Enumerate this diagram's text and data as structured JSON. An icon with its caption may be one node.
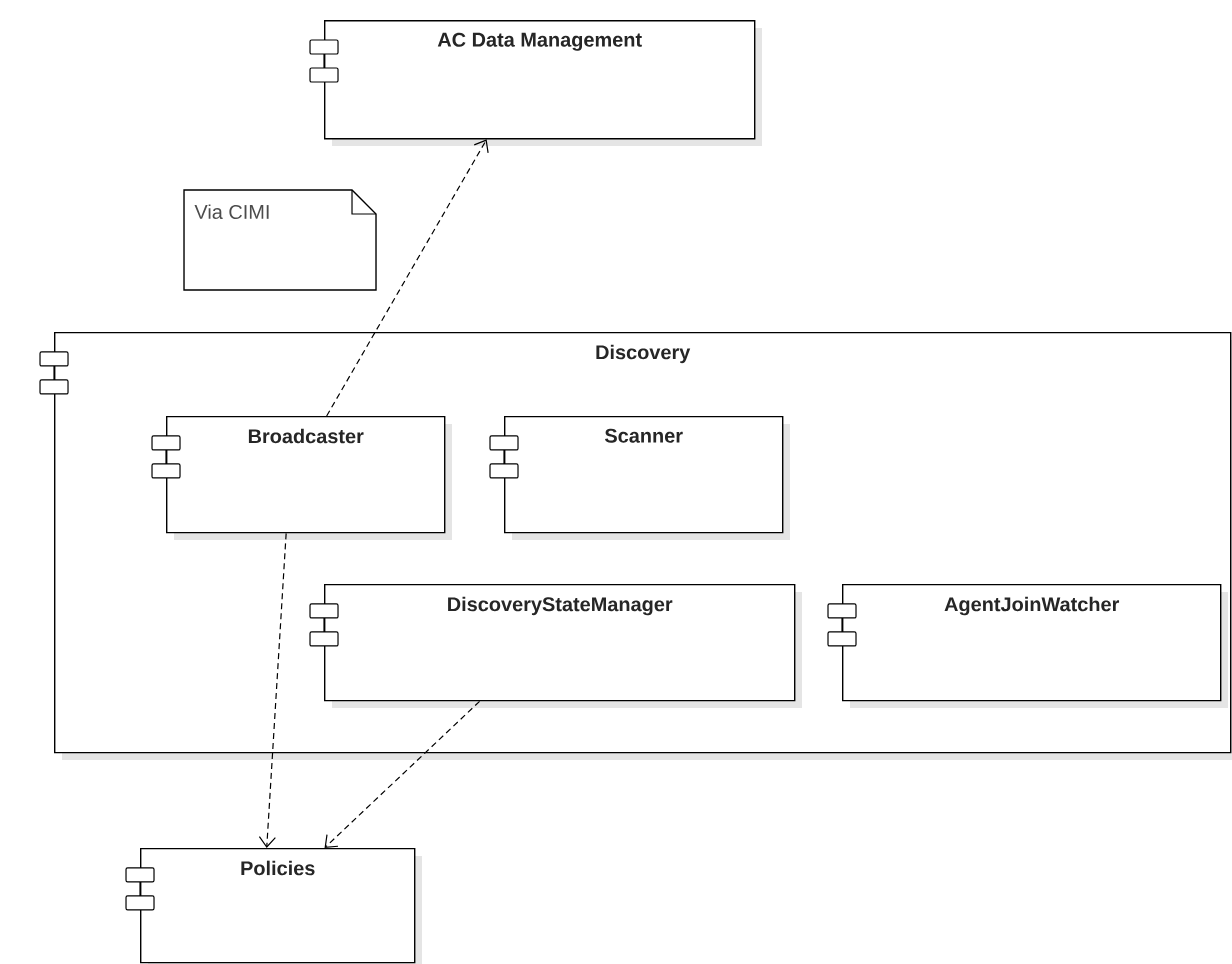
{
  "diagram": {
    "nodes": [
      {
        "text": [
          "AC Data Management"
        ]
      },
      {
        "text": [
          "Via CIMI"
        ]
      },
      {
        "text": [
          "Discovery"
        ]
      },
      {
        "text": [
          "Broadcaster"
        ],
        "in": 2
      },
      {
        "text": [
          "Scanner"
        ],
        "in": 2
      },
      {
        "text": [
          "DiscoveryStateManager"
        ],
        "in": 2
      },
      {
        "text": [
          "AgentJoinWatcher"
        ],
        "in": 2
      },
      {
        "text": [
          "Policies"
        ]
      }
    ],
    "edges": [
      {
        "from": 3,
        "to": 0,
        "arrow": "to",
        "style": "dashed"
      },
      {
        "from": 3,
        "to": 7,
        "arrow": "to",
        "style": "dashed"
      },
      {
        "from": 5,
        "to": 7,
        "arrow": "to",
        "style": "dashed"
      }
    ]
  }
}
